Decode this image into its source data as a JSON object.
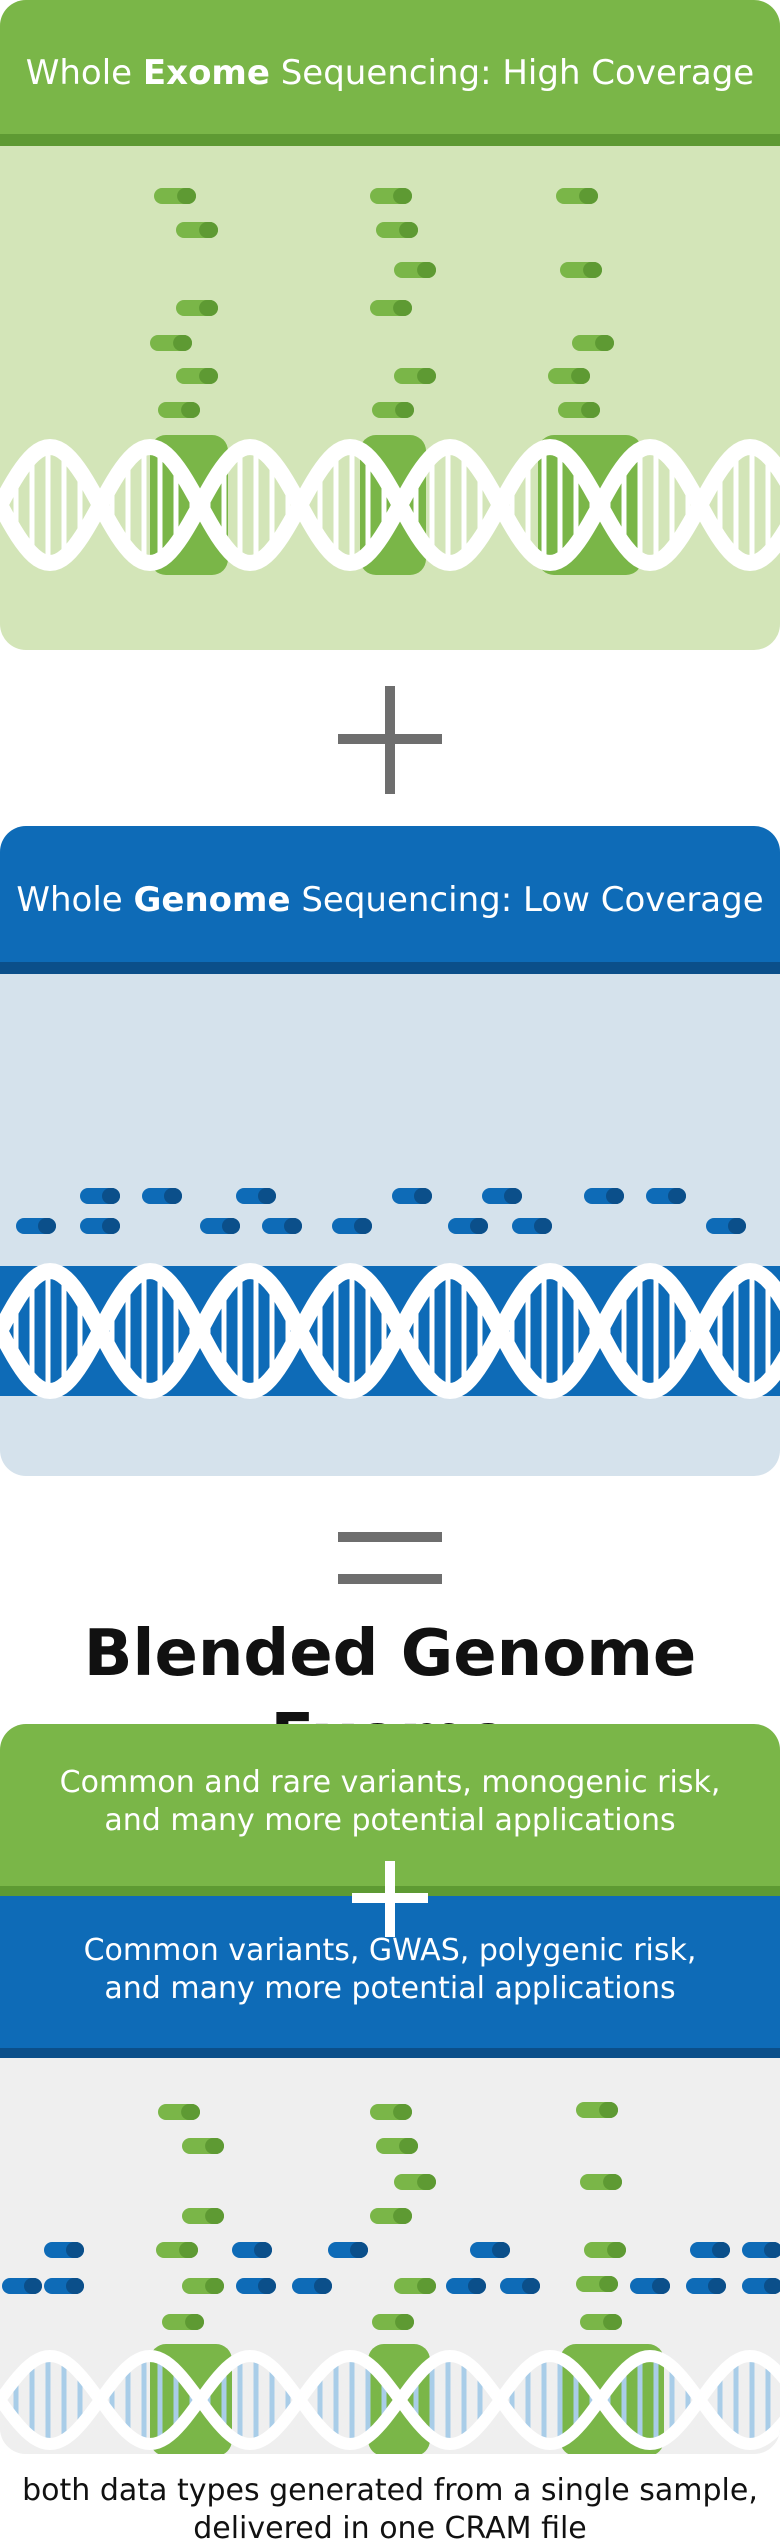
{
  "exome": {
    "title_prefix": "Whole ",
    "title_bold": "Exome",
    "title_suffix": " Sequencing: High Coverage"
  },
  "genome": {
    "title_prefix": "Whole ",
    "title_bold": "Genome",
    "title_suffix": " Sequencing: Low Coverage"
  },
  "operators": {
    "plus": "plus-icon",
    "equals": "equals-icon"
  },
  "blended": {
    "title": "Blended Genome Exome",
    "exome_text": "Common and rare variants, monogenic risk, and many more potential applications",
    "genome_text": "Common variants, GWAS, polygenic risk, and many more potential applications",
    "footer": "both data types generated from a single sample, delivered in one CRAM file"
  },
  "colors": {
    "green": "#7ab648",
    "green_dark": "#5e9a33",
    "green_light": "#d3e5b8",
    "blue": "#0e6bb7",
    "blue_dark": "#0b4f8a",
    "blue_light": "#d5e2ec",
    "gray_light": "#efefef",
    "dna_light_blue": "#a9cde8"
  }
}
